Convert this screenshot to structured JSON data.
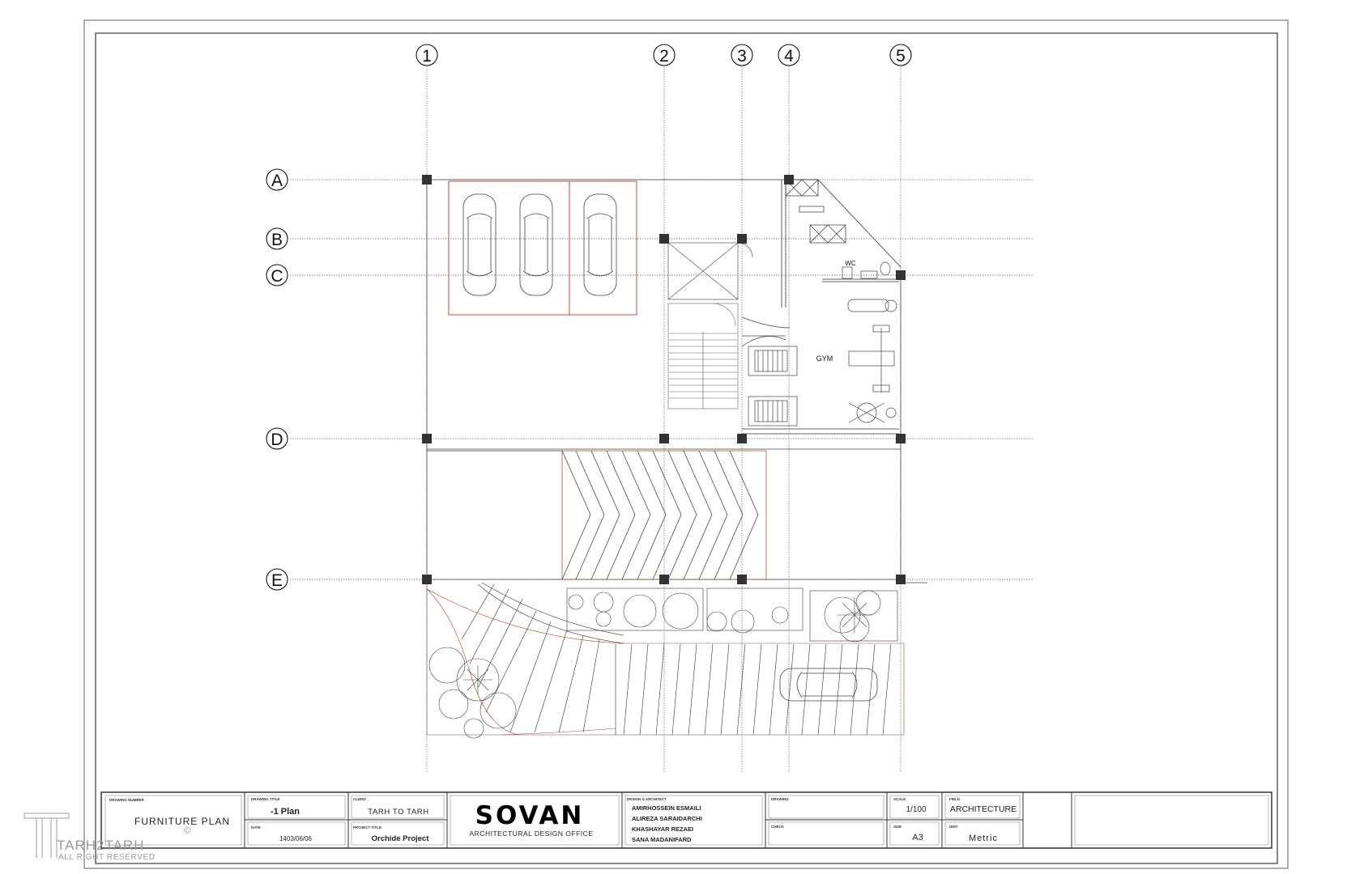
{
  "grid": {
    "columns": [
      "1",
      "2",
      "3",
      "4",
      "5"
    ],
    "rows": [
      "A",
      "B",
      "C",
      "D",
      "E"
    ]
  },
  "rooms": {
    "gym": "GYM",
    "wc": "WC"
  },
  "title_block": {
    "drawing_number_label": "DRAWING NUMBER",
    "drawing_number": "FURNITURE PLAN",
    "drawing_title_label": "DRAWING TITLE",
    "drawing_title": "-1 Plan",
    "date_label": "DATE",
    "date": "1403/06/06",
    "client_label": "CLIENT",
    "client": "TARH TO TARH",
    "project_title_label": "PROJECT TITLE",
    "project_title": "Orchide Project",
    "office_logo": "SOVAN",
    "office_subtitle": "ARCHITECTURAL DESIGN OFFICE",
    "design_label": "DESIGN & ARCHITECT",
    "designers": [
      "AMIRHOSSEIN ESMAILI",
      "ALIREZA SARAIDARCHI",
      "KHASHAYAR REZAEI",
      "SANA MADANIFARD"
    ],
    "drawing_label": "DRAWING",
    "check_label": "CHECK",
    "scale_label": "SCALE",
    "scale": "1/100",
    "size_label": "SIZE",
    "size": "A3",
    "field_label": "FIELD",
    "field": "ARCHITECTURE",
    "unit_label": "UNIT",
    "unit": "Metric"
  },
  "watermark": {
    "brand": "TARH2TARH",
    "rights": "ALL RIGHT RESERVED",
    "copyright_symbol": "©"
  }
}
